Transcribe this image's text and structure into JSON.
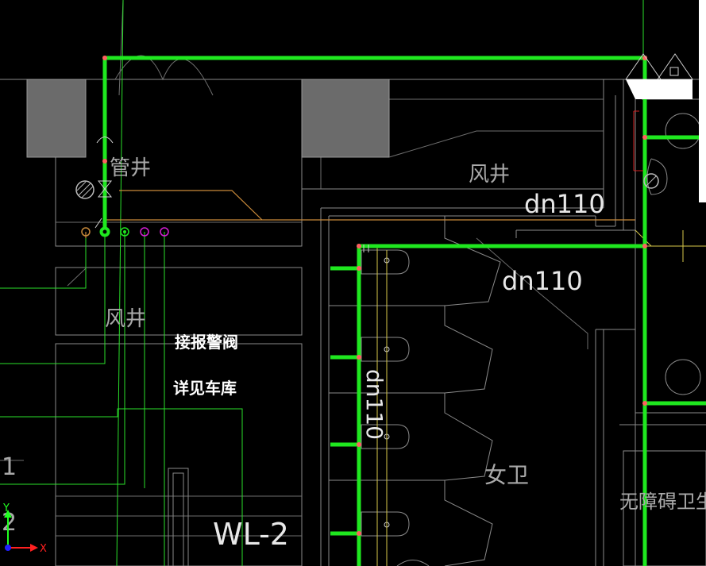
{
  "labels": {
    "pipe_shaft": "管井",
    "air_shaft_1": "风井",
    "air_shaft_2": "风井",
    "dn110_top": "dn110",
    "dn110_mid": "dn110",
    "dn110_vertical": "dn110",
    "alarm_valve": "接报警阀",
    "see_garage": "详见车库",
    "womens_restroom": "女卫",
    "accessible_restroom": "无障碍卫生间",
    "wl2": "WL-2",
    "left_mark_1": "1",
    "left_mark_2": "2"
  },
  "ucs": {
    "x_label": "X",
    "y_label": "Y"
  },
  "colors": {
    "background": "#000000",
    "pipe_green": "#1fe81f",
    "wall_gray": "#8a8a8a",
    "shaft_fill": "#6b6b6b",
    "orange": "#c98a3a",
    "magenta": "#d51fd5",
    "yellow": "#d7c94a",
    "ucs_x": "#ff2020",
    "ucs_y": "#20ff20",
    "ucs_origin": "#2020ff"
  }
}
